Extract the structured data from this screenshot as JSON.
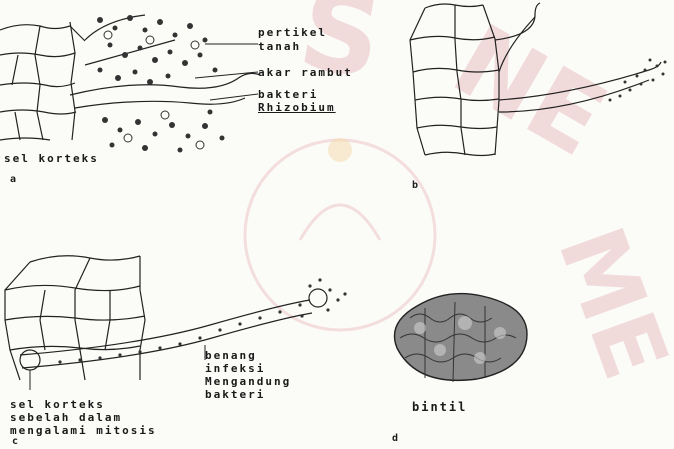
{
  "watermark": {
    "color": "#e8b8b8",
    "text_fragments": [
      "S",
      "NE",
      "ME"
    ]
  },
  "panel_a": {
    "labels": {
      "partikel": "pertikel",
      "tanah": "tanah",
      "akar": "akar rambut",
      "bakteri": "bakteri",
      "rhizobium": "Rhizobium",
      "sel_korteks": "sel korteks"
    },
    "caption": "a"
  },
  "panel_b": {
    "caption": "b"
  },
  "panel_c": {
    "labels": {
      "benang": "benang",
      "infeksi": "infeksi",
      "mengandung": "Mengandung",
      "bakteri": "bakteri",
      "sel_korteks": "sel korteks",
      "sebelah": "sebelah dalam",
      "mengalami": "mengalami mitosis"
    },
    "caption": "c"
  },
  "panel_d": {
    "labels": {
      "bintil": "bintil"
    },
    "caption": "d"
  }
}
